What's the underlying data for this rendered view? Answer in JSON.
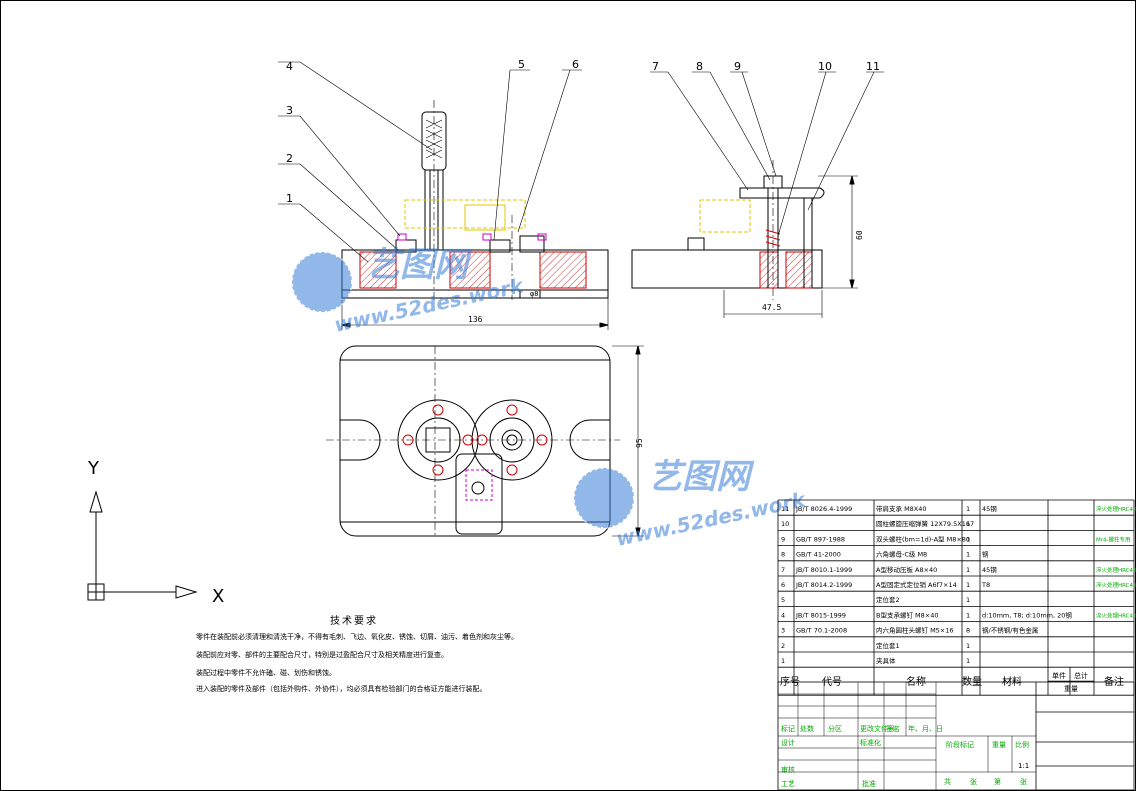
{
  "colors": {
    "outline": "#000000",
    "hatch": "#cc0000",
    "yellow": "#e0c800",
    "magenta": "#cc00cc",
    "green_text": "#00aa00",
    "watermark_blue": "#3a7ed8"
  },
  "balloons": [
    "1",
    "2",
    "3",
    "4",
    "5",
    "6",
    "7",
    "8",
    "9",
    "10",
    "11"
  ],
  "dimensions": {
    "front_width": "136",
    "side_width": "47.5",
    "side_height": "60",
    "top_height": "95",
    "phi": "φ8"
  },
  "watermark": {
    "brand": "艺图网",
    "url": "www.52des.work"
  },
  "axes": {
    "x": "X",
    "y": "Y"
  },
  "requirements": {
    "title": "技术要求",
    "lines": [
      "零件在装配前必须清理和清洗干净，不得有毛刺、飞边、氧化皮、锈蚀、切屑、油污、着色剂和灰尘等。",
      "装配前应对零、部件的主要配合尺寸，特别是过盈配合尺寸及相关精度进行复查。",
      "装配过程中零件不允许磕、碰、划伤和锈蚀。",
      "进入装配的零件及部件（包括外购件、外协件），均必须具有检验部门的合格证方能进行装配。"
    ]
  },
  "bom": {
    "rows": [
      {
        "no": "11",
        "code": "JB/T 8026.4-1999",
        "name": "带肩支承 M8X40",
        "qty": "1",
        "mat": "45钢",
        "note": "淬火处理HRC40"
      },
      {
        "no": "10",
        "code": "",
        "name": "圆柱螺旋压缩弹簧 12X79.5X167",
        "qty": "1",
        "mat": "",
        "note": ""
      },
      {
        "no": "9",
        "code": "GB/T 897-1988",
        "name": "双头螺柱(bm=1d)-A型 M8×80",
        "qty": "1",
        "mat": "",
        "note": "Mr4-螺柱专用"
      },
      {
        "no": "8",
        "code": "GB/T 41-2000",
        "name": "六角螺母-C级 M8",
        "qty": "1",
        "mat": "钢",
        "note": ""
      },
      {
        "no": "7",
        "code": "JB/T 8010.1-1999",
        "name": "A型移动压板 A8×40",
        "qty": "1",
        "mat": "45钢",
        "note": "淬火处理HRC40"
      },
      {
        "no": "6",
        "code": "JB/T 8014.2-1999",
        "name": "A型固定式定位销 A6f7×14",
        "qty": "1",
        "mat": "T8",
        "note": "淬火处理HRC40"
      },
      {
        "no": "5",
        "code": "",
        "name": "定位套2",
        "qty": "1",
        "mat": "",
        "note": ""
      },
      {
        "no": "4",
        "code": "JB/T 8015-1999",
        "name": "B型支承螺钉 M8×40",
        "qty": "1",
        "mat": "d:10mm, T8; d:10mm, 20钢",
        "note": "淬火处理HRC40"
      },
      {
        "no": "3",
        "code": "GB/T 70.1-2008",
        "name": "内六角圆柱头螺钉 M5×16",
        "qty": "8",
        "mat": "钢/不锈钢/有色金属",
        "note": ""
      },
      {
        "no": "2",
        "code": "",
        "name": "定位套1",
        "qty": "1",
        "mat": "",
        "note": ""
      },
      {
        "no": "1",
        "code": "",
        "name": "夹具体",
        "qty": "1",
        "mat": "",
        "note": ""
      }
    ],
    "header": {
      "no": "序号",
      "code": "代号",
      "name": "名称",
      "qty": "数量",
      "mat": "材料",
      "unit": "单件",
      "total": "总计",
      "weight": "重量",
      "note": "备注"
    }
  },
  "title_block": {
    "mark": "标记",
    "count": "处数",
    "zone": "分区",
    "change_doc": "更改文件号",
    "sign": "签名",
    "date": "年、月、日",
    "design": "设计",
    "standard": "标准化",
    "stage_mark": "阶段标记",
    "weight": "重量",
    "scale": "比例",
    "scale_value": "1:1",
    "review": "审核",
    "process": "工艺",
    "approve": "批准",
    "sheets": "共",
    "sheet_word": "张",
    "page": "第",
    "page_word": "张"
  }
}
